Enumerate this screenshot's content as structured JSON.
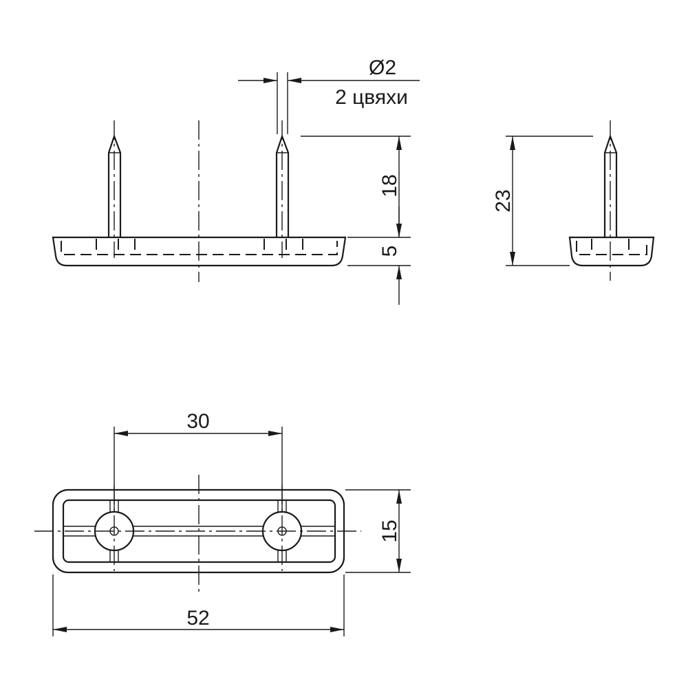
{
  "drawing": {
    "nail_diameter": "Ø2",
    "nail_count_note": "2 цвяхи",
    "nail_height": "18",
    "base_height": "5",
    "total_height": "23",
    "hole_spacing": "30",
    "width": "15",
    "length": "52"
  },
  "colors": {
    "line": "#1a1a1a",
    "background": "#ffffff"
  }
}
